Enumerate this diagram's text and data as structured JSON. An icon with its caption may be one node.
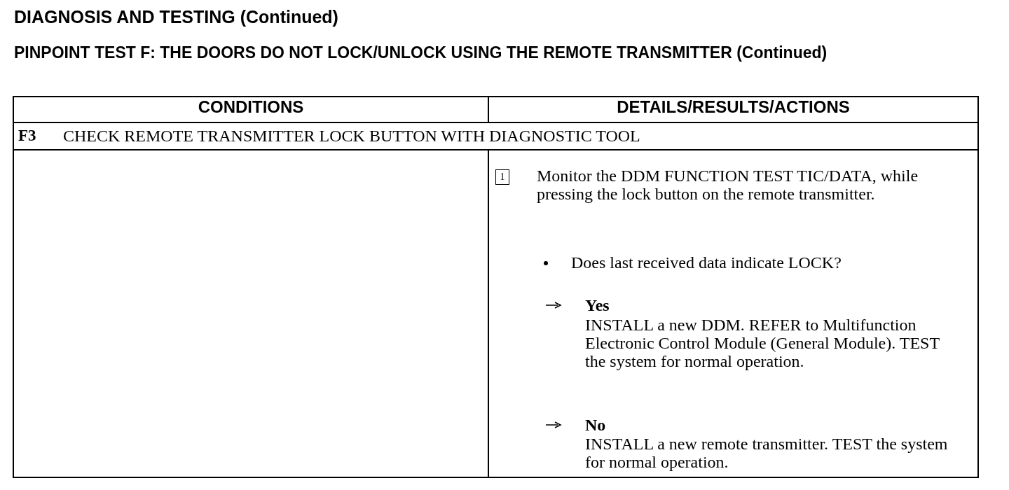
{
  "diagram": {
    "title": "DIAGNOSIS AND TESTING (Continued)",
    "labels": [
      "PINPOINT TEST F:  THE DOORS DO NOT LOCK/UNLOCK USING THE REMOTE TRANSMITTER (Continued)",
      "CONDITIONS",
      "DETAILS/RESULTS/ACTIONS",
      "F3",
      "CHECK REMOTE TRANSMITTER LOCK BUTTON WITH DIAGNOSTIC TOOL",
      "1",
      "Monitor the DDM FUNCTION TEST TIC/DATA, while pressing the lock button on the remote transmitter.",
      "Does last received data indicate LOCK?",
      "Yes",
      "INSTALL a new DDM. REFER to Multifunction Electronic Control Module (General Module). TEST the system for normal operation.",
      "No",
      "INSTALL a new remote transmitter. TEST the system for normal operation."
    ]
  }
}
